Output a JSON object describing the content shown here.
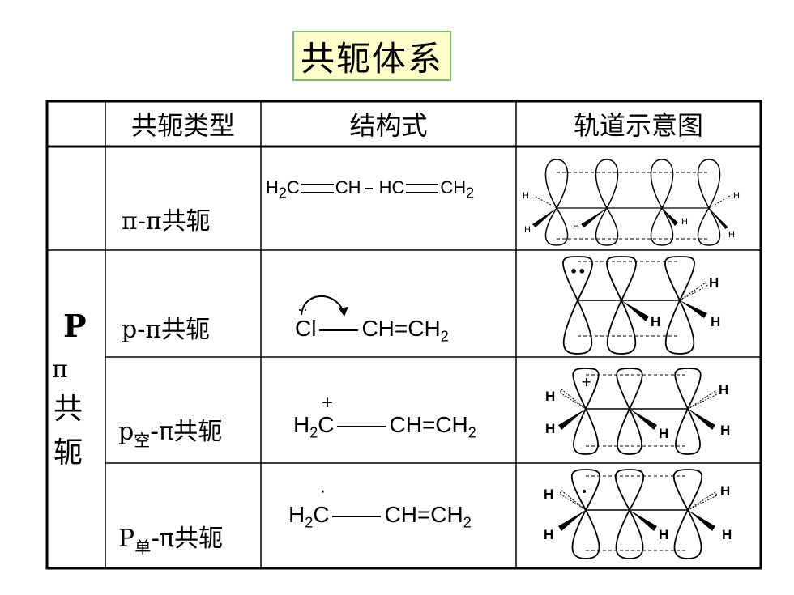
{
  "title": "共轭体系",
  "header": {
    "type": "共轭类型",
    "structure": "结构式",
    "orbital": "轨道示意图"
  },
  "group": {
    "p_label": "P",
    "pi_label": "π",
    "char1": "共",
    "char2": "轭"
  },
  "rows": [
    {
      "type_prefix": "π-π",
      "type_sub": "",
      "type_suffix": "共轭",
      "formula": {
        "a": "H",
        "a_sub": "2",
        "b": "C",
        "c": "CH",
        "d": "HC",
        "e": "CH",
        "e_sub": "2"
      }
    },
    {
      "type_prefix": "p-π",
      "type_sub": "",
      "type_suffix": "共轭",
      "formula": {
        "dots": "··",
        "a": "Cl",
        "b": "CH",
        "c": "=CH",
        "c_sub": "2"
      }
    },
    {
      "type_prefix": "p",
      "type_sub": "空",
      "type_suffix": "-π共轭",
      "formula": {
        "charge": "+",
        "a": "H",
        "a_sub": "2",
        "b": "C",
        "c": "CH",
        "d": "=CH",
        "d_sub": "2"
      }
    },
    {
      "type_prefix": "P",
      "type_sub": "单",
      "type_suffix": "-π共轭",
      "formula": {
        "dot": "·",
        "a": "H",
        "a_sub": "2",
        "b": "C",
        "c": "CH",
        "d": "=CH",
        "d_sub": "2"
      }
    }
  ],
  "orbital_labels": {
    "h": "H",
    "plus": "+",
    "dots": "••",
    "dot": "•"
  }
}
